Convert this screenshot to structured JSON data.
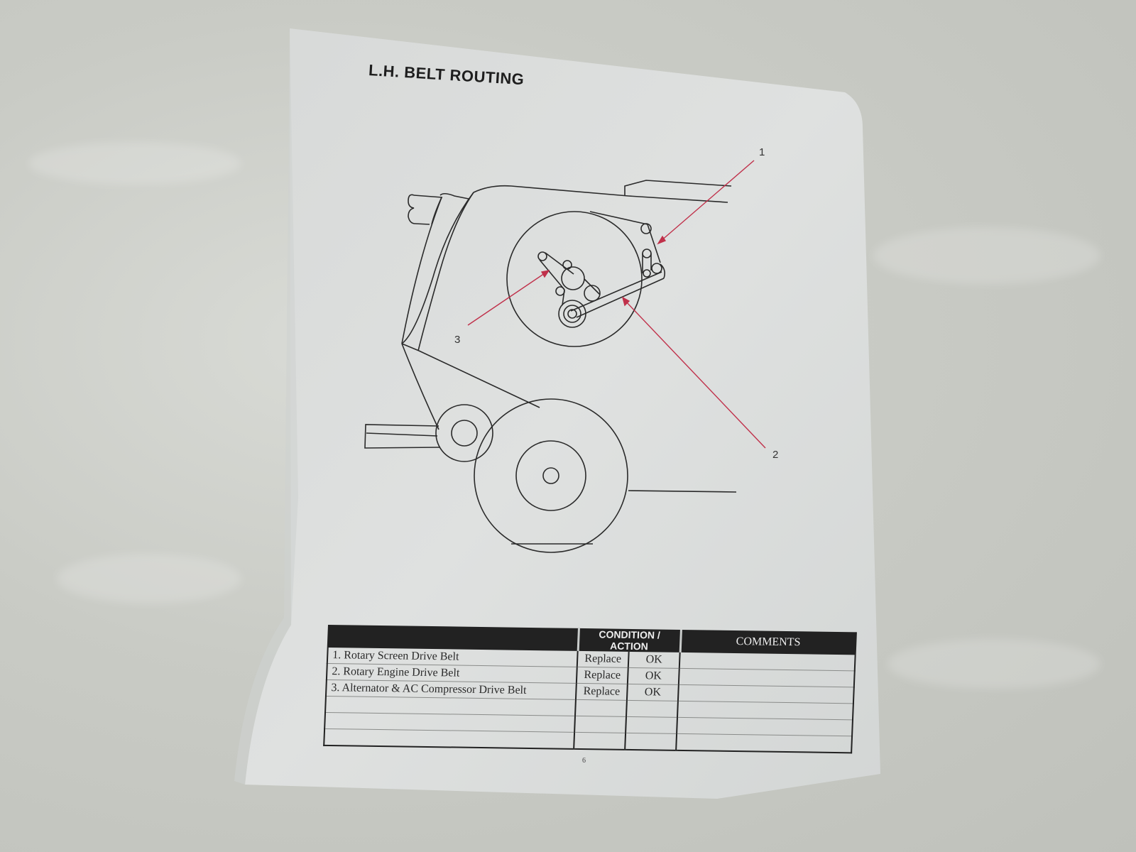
{
  "document": {
    "title": "L.H. BELT ROUTING",
    "page_number": "6"
  },
  "diagram": {
    "callouts": [
      {
        "label": "1",
        "target": "Rotary Screen Drive Belt"
      },
      {
        "label": "2",
        "target": "Rotary Engine Drive Belt"
      },
      {
        "label": "3",
        "target": "Alternator & AC Compressor Drive Belt"
      }
    ],
    "colors": {
      "line": "#2a2a2a",
      "leader": "#c0304a",
      "paper": "#dfe1df"
    }
  },
  "checklist": {
    "headers": {
      "item": "",
      "condition_action": "CONDITION / ACTION",
      "comments": "COMMENTS"
    },
    "rows": [
      {
        "item": "1.  Rotary Screen Drive Belt",
        "option_a": "Replace",
        "option_b": "OK",
        "comments": ""
      },
      {
        "item": "2.  Rotary Engine Drive Belt",
        "option_a": "Replace",
        "option_b": "OK",
        "comments": ""
      },
      {
        "item": "3.  Alternator & AC Compressor Drive Belt",
        "option_a": "Replace",
        "option_b": "OK",
        "comments": ""
      },
      {
        "item": "",
        "option_a": "",
        "option_b": "",
        "comments": ""
      },
      {
        "item": "",
        "option_a": "",
        "option_b": "",
        "comments": ""
      },
      {
        "item": "",
        "option_a": "",
        "option_b": "",
        "comments": ""
      }
    ]
  }
}
